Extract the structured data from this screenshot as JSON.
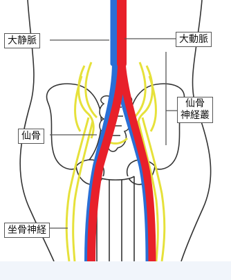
{
  "labels": {
    "ivc": "大静脈",
    "aorta": "大動脈",
    "sacrum": "仙骨",
    "sacral_plexus": "仙骨\n神経叢",
    "sciatic_nerve": "坐骨神経"
  },
  "colors": {
    "artery": "#e8202a",
    "vein": "#2a6fd6",
    "nerve": "#e6e13a",
    "outline": "#333333",
    "label_border": "#555555"
  }
}
